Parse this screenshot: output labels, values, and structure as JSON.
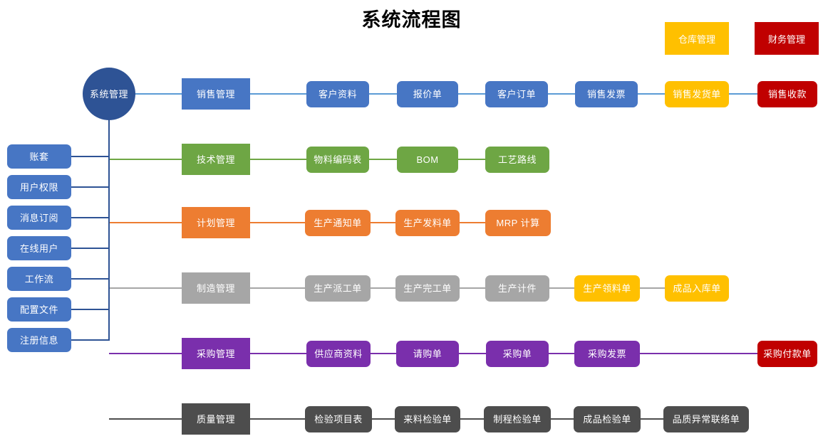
{
  "page": {
    "title": "系统流程图",
    "background": "#ffffff"
  },
  "colors": {
    "root_blue": "#2E5395",
    "blue": "#4776C4",
    "green": "#6EA644",
    "orange": "#ED7D31",
    "gray": "#A6A6A6",
    "purple": "#7A2FAC",
    "dark_gray": "#4D4D4D",
    "yellow": "#FFC000",
    "red": "#C00000",
    "line_blue": "#5B9BD5"
  },
  "legend": {
    "items": [
      {
        "label": "仓库管理",
        "color": "#FFC000"
      },
      {
        "label": "财务管理",
        "color": "#C00000"
      }
    ]
  },
  "root": {
    "label": "系统管理"
  },
  "sidebar": {
    "items": [
      {
        "label": "账套"
      },
      {
        "label": "用户权限"
      },
      {
        "label": "消息订阅"
      },
      {
        "label": "在线用户"
      },
      {
        "label": "工作流"
      },
      {
        "label": "配置文件"
      },
      {
        "label": "注册信息"
      }
    ]
  },
  "rows": [
    {
      "key": "sales",
      "module": "销售管理",
      "color": "#4776C4",
      "nodes": [
        {
          "label": "客户资料",
          "color": "#4776C4"
        },
        {
          "label": "报价单",
          "color": "#4776C4"
        },
        {
          "label": "客户订单",
          "color": "#4776C4"
        },
        {
          "label": "销售发票",
          "color": "#4776C4"
        },
        {
          "label": "销售发货单",
          "color": "#FFC000"
        },
        {
          "label": "销售收款",
          "color": "#C00000"
        }
      ]
    },
    {
      "key": "technology",
      "module": "技术管理",
      "color": "#6EA644",
      "nodes": [
        {
          "label": "物料编码表",
          "color": "#6EA644"
        },
        {
          "label": "BOM",
          "color": "#6EA644"
        },
        {
          "label": "工艺路线",
          "color": "#6EA644"
        }
      ]
    },
    {
      "key": "planning",
      "module": "计划管理",
      "color": "#ED7D31",
      "nodes": [
        {
          "label": "生产通知单",
          "color": "#ED7D31"
        },
        {
          "label": "生产发料单",
          "color": "#ED7D31"
        },
        {
          "label": "MRP 计算",
          "color": "#ED7D31"
        }
      ]
    },
    {
      "key": "manufacturing",
      "module": "制造管理",
      "color": "#A6A6A6",
      "nodes": [
        {
          "label": "生产派工单",
          "color": "#A6A6A6"
        },
        {
          "label": "生产完工单",
          "color": "#A6A6A6"
        },
        {
          "label": "生产计件",
          "color": "#A6A6A6"
        },
        {
          "label": "生产领料单",
          "color": "#FFC000"
        },
        {
          "label": "成品入库单",
          "color": "#FFC000"
        }
      ]
    },
    {
      "key": "purchasing",
      "module": "采购管理",
      "color": "#7A2FAC",
      "nodes": [
        {
          "label": "供应商资料",
          "color": "#7A2FAC"
        },
        {
          "label": "请购单",
          "color": "#7A2FAC"
        },
        {
          "label": "采购单",
          "color": "#7A2FAC"
        },
        {
          "label": "采购发票",
          "color": "#7A2FAC"
        },
        {
          "label": "采购付款单",
          "color": "#C00000"
        }
      ]
    },
    {
      "key": "quality",
      "module": "质量管理",
      "color": "#4D4D4D",
      "nodes": [
        {
          "label": "检验项目表",
          "color": "#4D4D4D"
        },
        {
          "label": "来料检验单",
          "color": "#4D4D4D"
        },
        {
          "label": "制程检验单",
          "color": "#4D4D4D"
        },
        {
          "label": "成品检验单",
          "color": "#4D4D4D"
        },
        {
          "label": "品质异常联络单",
          "color": "#4D4D4D"
        }
      ]
    }
  ]
}
